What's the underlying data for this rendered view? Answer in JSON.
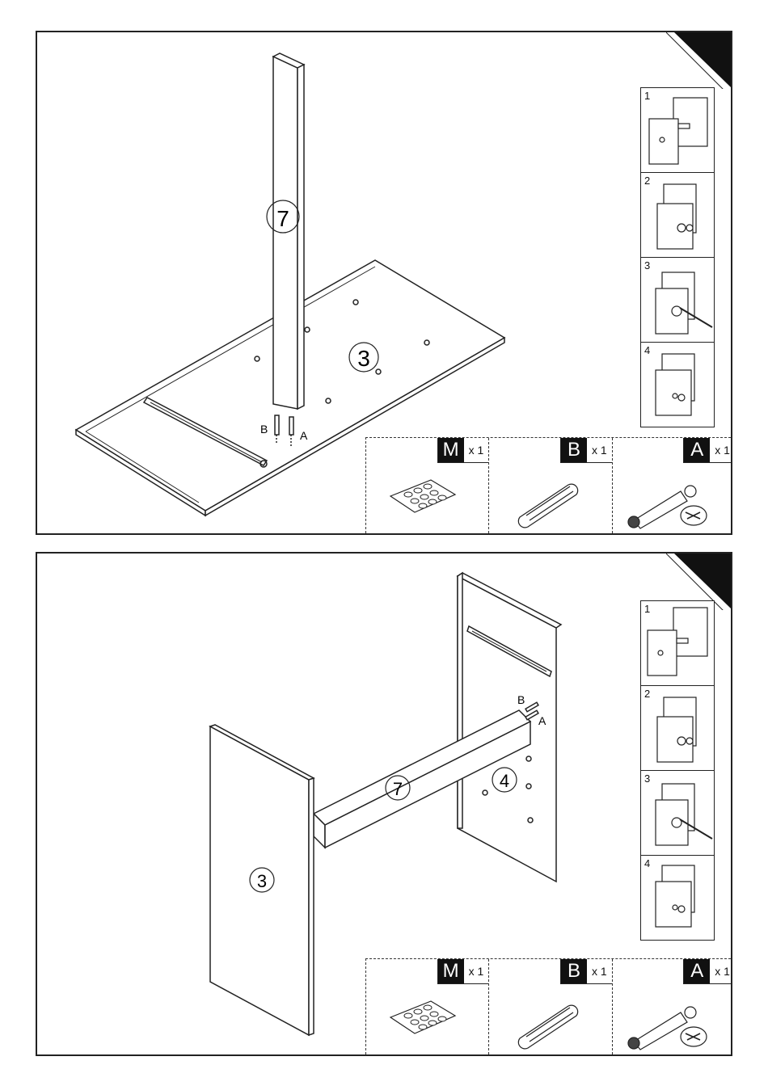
{
  "panels": [
    {
      "board_labels": {
        "upright": "7",
        "panel": "3"
      },
      "fastener_labels": {
        "b": "B",
        "a": "A"
      },
      "steps": [
        "1",
        "2",
        "3",
        "4"
      ],
      "parts": [
        {
          "letter": "M",
          "qty": "x 1",
          "icon": "felt-pads-sheet-icon"
        },
        {
          "letter": "B",
          "qty": "x 1",
          "icon": "wooden-dowel-icon"
        },
        {
          "letter": "A",
          "qty": "x 1",
          "icon": "cam-lock-fitting-icon"
        }
      ]
    },
    {
      "board_labels": {
        "rail": "7",
        "left_panel": "3",
        "right_panel": "4"
      },
      "fastener_labels": {
        "b": "B",
        "a": "A"
      },
      "steps": [
        "1",
        "2",
        "3",
        "4"
      ],
      "parts": [
        {
          "letter": "M",
          "qty": "x 1",
          "icon": "felt-pads-sheet-icon"
        },
        {
          "letter": "B",
          "qty": "x 1",
          "icon": "wooden-dowel-icon"
        },
        {
          "letter": "A",
          "qty": "x 1",
          "icon": "cam-lock-fitting-icon"
        }
      ]
    }
  ],
  "colors": {
    "line": "#222222",
    "fill_dark": "#111111"
  }
}
